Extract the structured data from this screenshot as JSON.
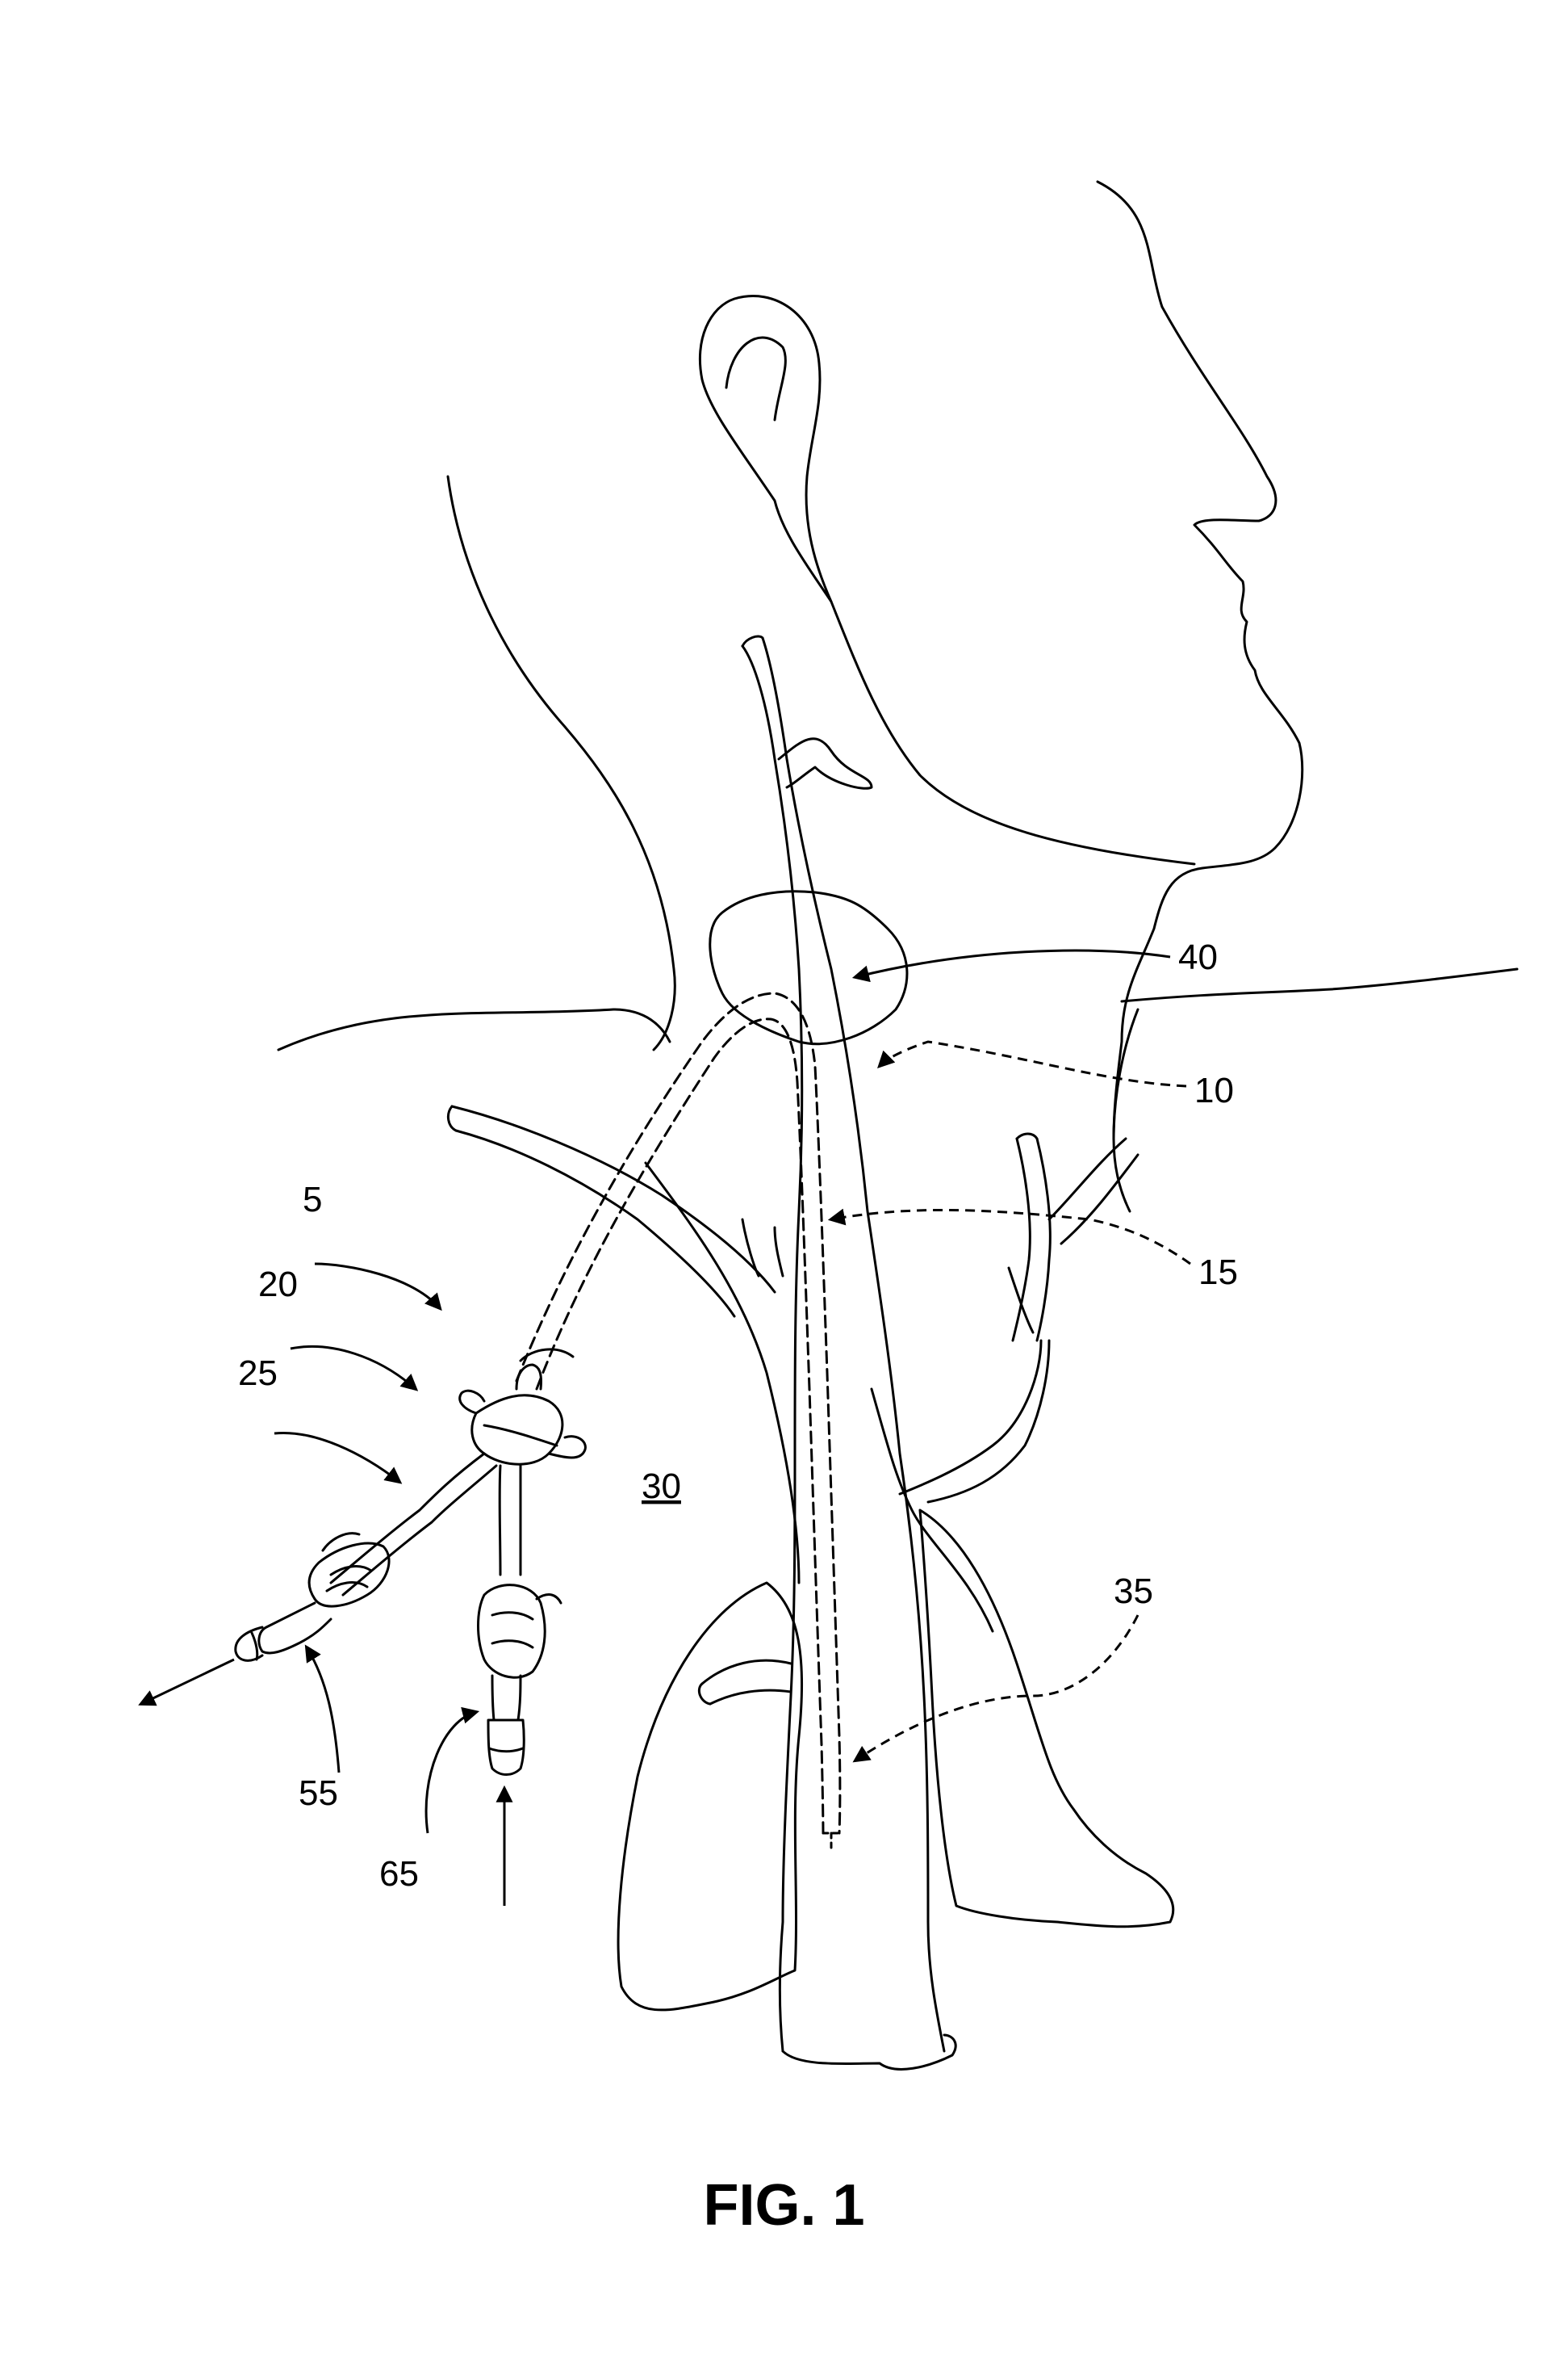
{
  "figure": {
    "caption": "FIG. 1",
    "line_color": "#000000",
    "background": "#ffffff"
  },
  "reference_numerals": {
    "catheter_assembly": "5",
    "superior_vena_cava": "10",
    "catheter_tube": "15",
    "hub": "20",
    "extension_leg": "25",
    "chest_region": "30",
    "distal_tip": "35",
    "venotomy_site": "40",
    "outflow_connector": "55",
    "inflow_connector": "65"
  }
}
